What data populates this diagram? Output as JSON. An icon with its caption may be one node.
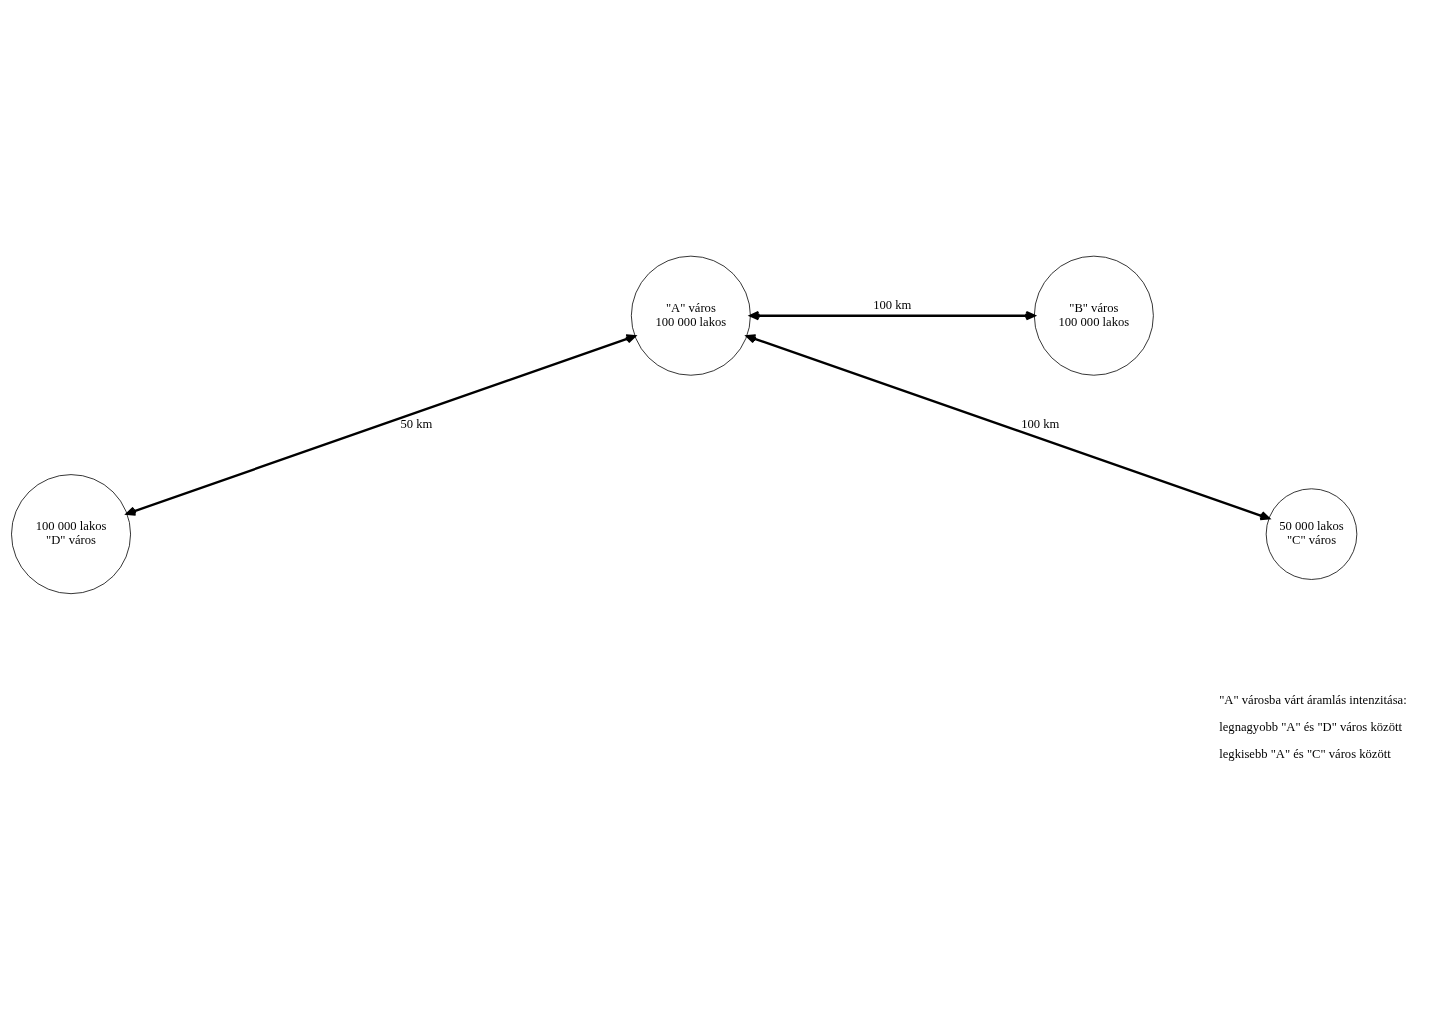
{
  "diagram": {
    "nodes": [
      {
        "text": [
          "\"A\" város",
          "100 000 lakos"
        ]
      },
      {
        "text": [
          "\"B\" város",
          "100 000 lakos"
        ]
      },
      {
        "text": [
          "50 000 lakos",
          "\"C\" város"
        ]
      },
      {
        "text": [
          "100 000 lakos",
          "\"D\" város"
        ]
      }
    ],
    "edges": [
      {
        "from": 0,
        "to": 1,
        "arrow": "both",
        "label": "100 km"
      },
      {
        "from": 0,
        "to": 2,
        "arrow": "both",
        "label": "100 km"
      },
      {
        "from": 0,
        "to": 3,
        "arrow": "both",
        "label": "50 km"
      }
    ],
    "labels": [
      "\"A\" városba várt áramlás intenzitása:",
      "legnagyobb \"A\" és \"D\" város között",
      "legkisebb \"A\" és \"C\" város között"
    ]
  }
}
